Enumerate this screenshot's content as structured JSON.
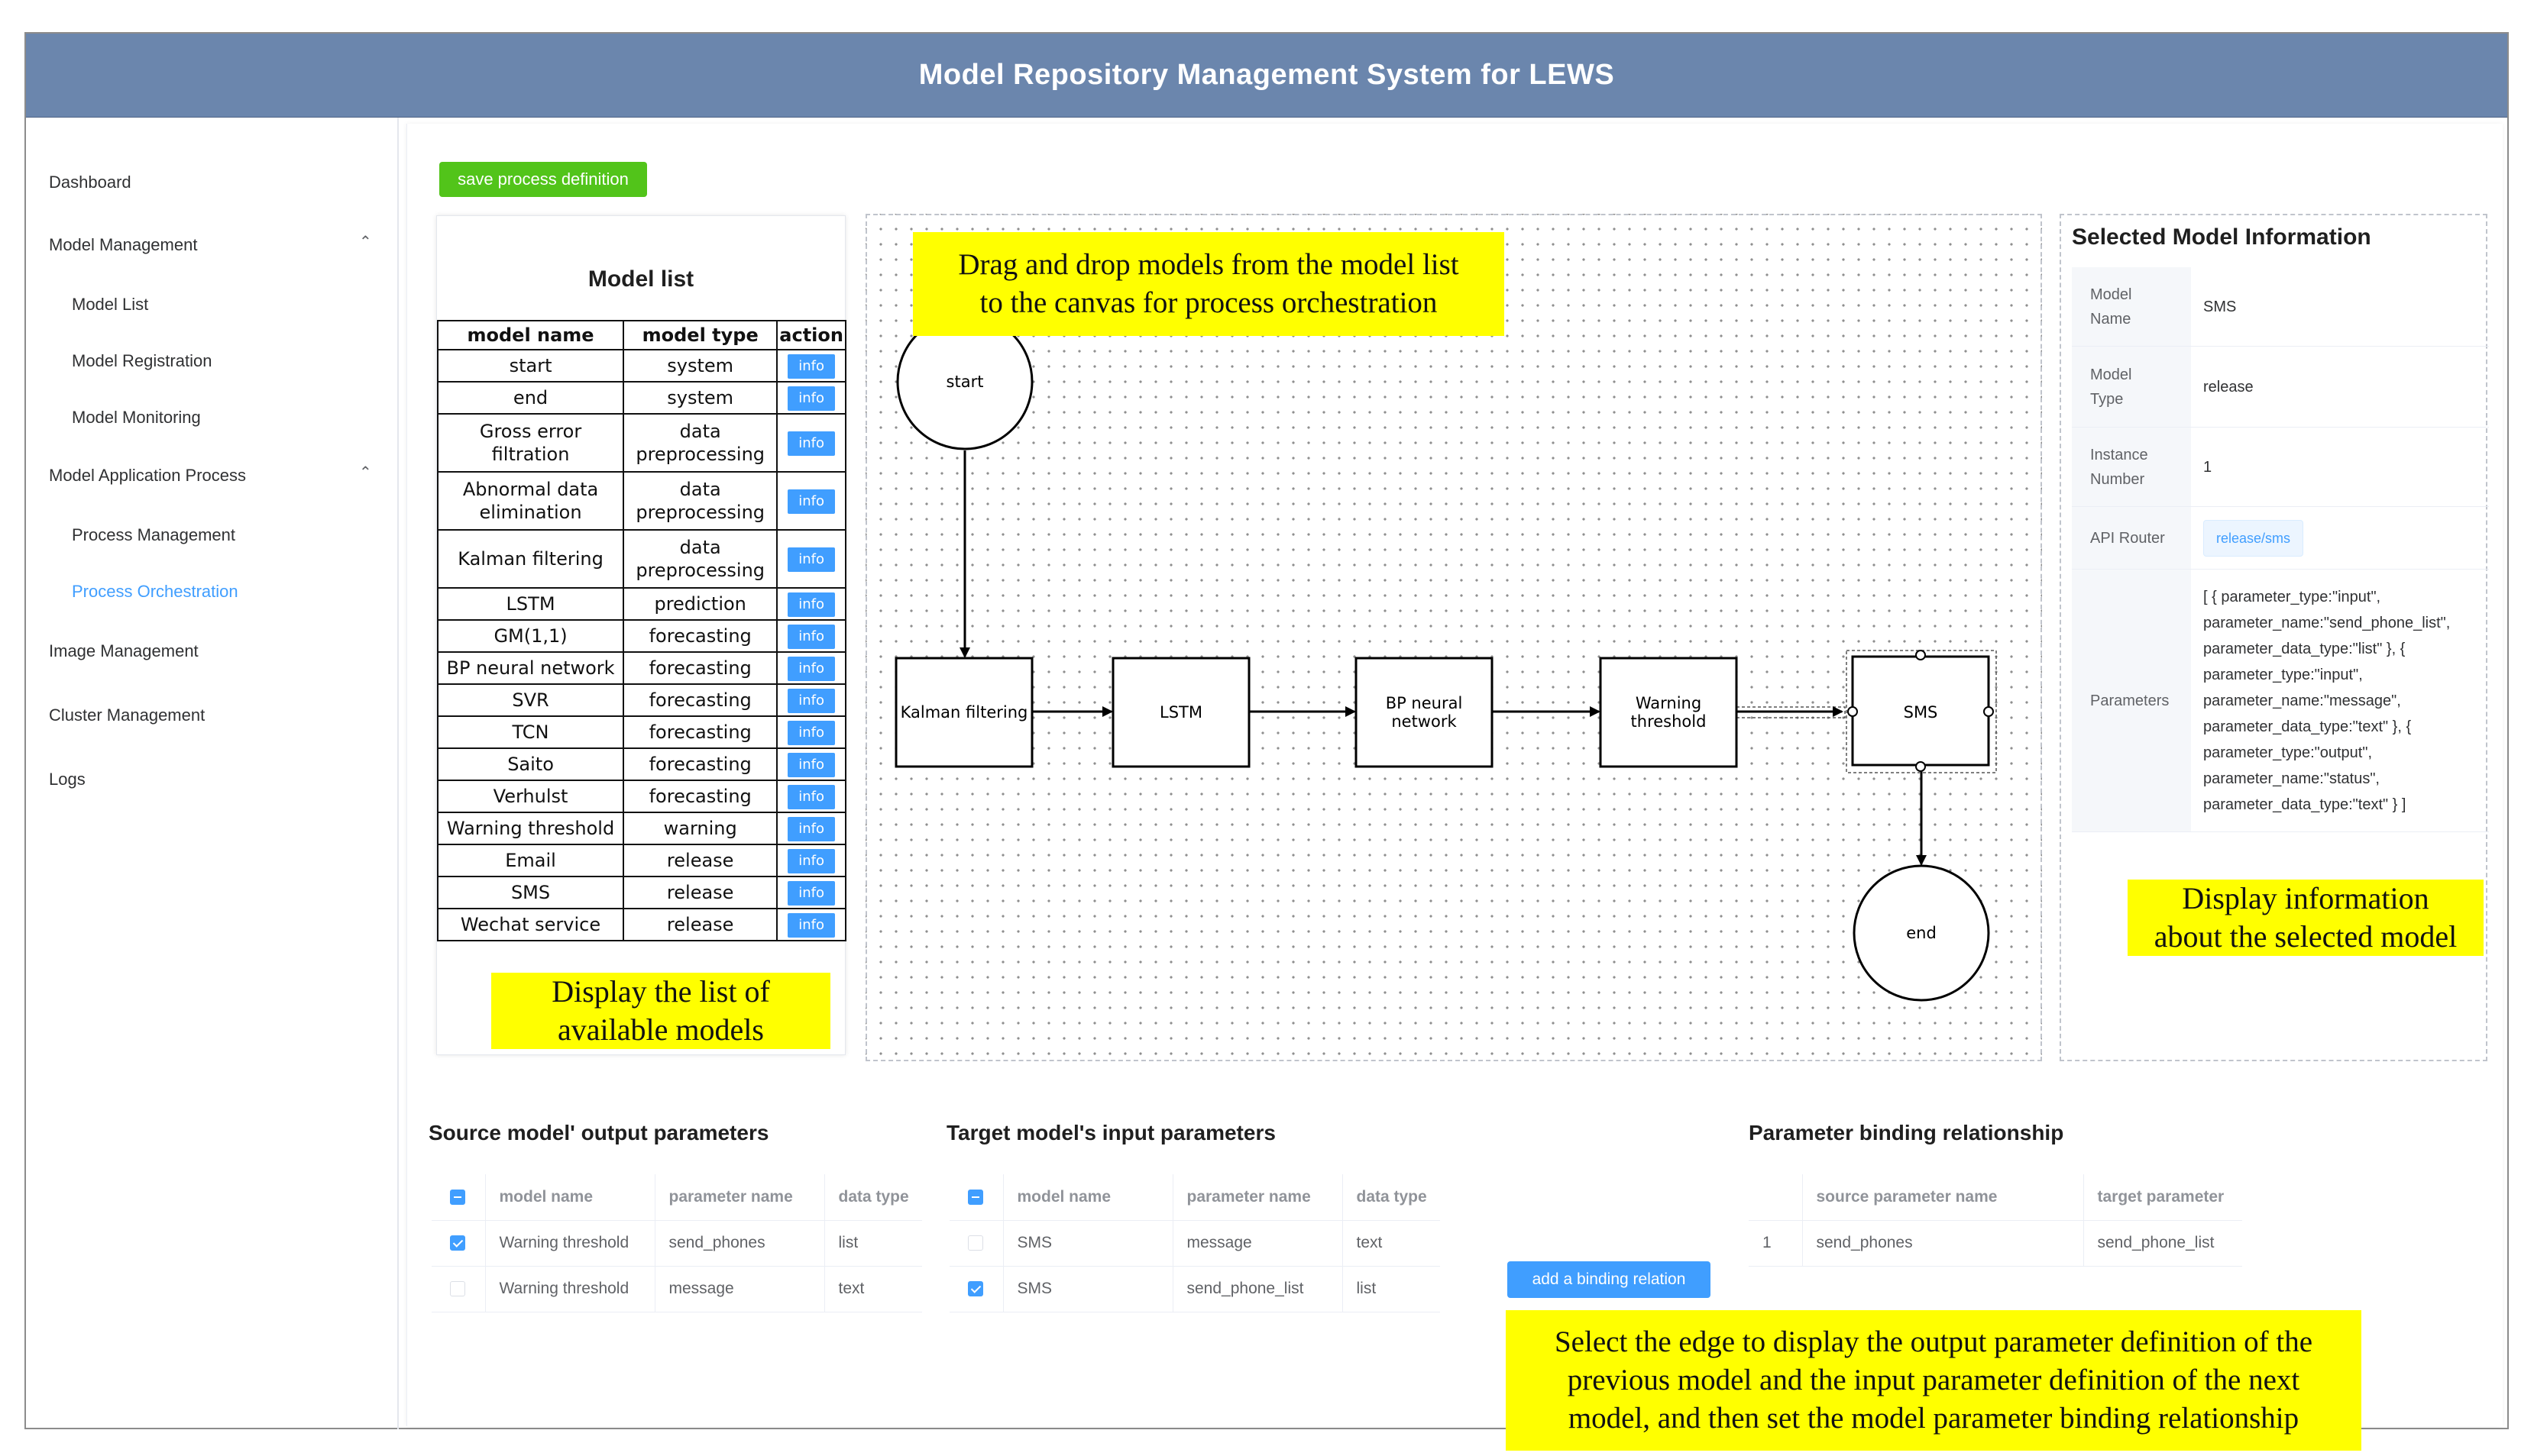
{
  "app": {
    "title": "Model Repository Management System for LEWS"
  },
  "sidebar": {
    "items": [
      {
        "label": "Dashboard"
      },
      {
        "label": "Model Management",
        "expanded": true,
        "children": [
          "Model List",
          "Model Registration",
          "Model Monitoring"
        ]
      },
      {
        "label": "Model Application Process",
        "expanded": true,
        "children": [
          "Process Management",
          "Process Orchestration"
        ],
        "active_child": "Process Orchestration"
      },
      {
        "label": "Image Management"
      },
      {
        "label": "Cluster Management"
      },
      {
        "label": "Logs"
      }
    ],
    "accent_color": "#409eff"
  },
  "toolbar": {
    "save_label": "save process definition",
    "save_color": "#52c41a"
  },
  "model_list": {
    "title": "Model list",
    "columns": [
      "model name",
      "model type",
      "action"
    ],
    "rows": [
      {
        "name": "start",
        "type": "system",
        "action": "info"
      },
      {
        "name": "end",
        "type": "system",
        "action": "info"
      },
      {
        "name": "Gross error filtration",
        "type": "data preprocessing",
        "action": "info"
      },
      {
        "name": "Abnormal data elimination",
        "type": "data preprocessing",
        "action": "info"
      },
      {
        "name": "Kalman filtering",
        "type": "data preprocessing",
        "action": "info"
      },
      {
        "name": "LSTM",
        "type": "prediction",
        "action": "info"
      },
      {
        "name": "GM(1,1)",
        "type": "forecasting",
        "action": "info"
      },
      {
        "name": "BP neural network",
        "type": "forecasting",
        "action": "info"
      },
      {
        "name": "SVR",
        "type": "forecasting",
        "action": "info"
      },
      {
        "name": "TCN",
        "type": "forecasting",
        "action": "info"
      },
      {
        "name": "Saito",
        "type": "forecasting",
        "action": "info"
      },
      {
        "name": "Verhulst",
        "type": "forecasting",
        "action": "info"
      },
      {
        "name": "Warning threshold",
        "type": "warning",
        "action": "info"
      },
      {
        "name": "Email",
        "type": "release",
        "action": "info"
      },
      {
        "name": "SMS",
        "type": "release",
        "action": "info"
      },
      {
        "name": "Wechat service",
        "type": "release",
        "action": "info"
      }
    ]
  },
  "canvas": {
    "nodes": {
      "start": "start",
      "kalman": "Kalman filtering",
      "lstm": "LSTM",
      "bp_line1": "BP neural",
      "bp_line2": "network",
      "warn_line1": "Warning",
      "warn_line2": "threshold",
      "sms": "SMS",
      "end": "end"
    }
  },
  "annotations": {
    "canvas_line1": "Drag and drop models from the model list",
    "canvas_line2": "to the canvas for process orchestration",
    "list_line1": "Display the list of",
    "list_line2": "available models",
    "info_line1": "Display information",
    "info_line2": "about the selected model",
    "binding_line1": "Select the edge to display the output parameter definition of the",
    "binding_line2": "previous model and the input parameter definition of the next",
    "binding_line3": "model, and then set the model parameter binding relationship",
    "highlight_color": "#ffff00"
  },
  "selected_model": {
    "title": "Selected Model Information",
    "rows": [
      {
        "label_l1": "Model",
        "label_l2": "Name",
        "value": "SMS"
      },
      {
        "label_l1": "Model",
        "label_l2": "Type",
        "value": "release"
      },
      {
        "label_l1": "Instance",
        "label_l2": "Number",
        "value": "1"
      },
      {
        "label_l1": "API Router",
        "label_l2": "",
        "value": "release/sms"
      },
      {
        "label_l1": "Parameters",
        "label_l2": "",
        "value_lines": [
          "[ { parameter_type:\"input\",",
          "parameter_name:\"send_phone_list\",",
          "parameter_data_type:\"list\" }, {",
          "parameter_type:\"input\",",
          "parameter_name:\"message\",",
          "parameter_data_type:\"text\" }, {",
          "parameter_type:\"output\",",
          "parameter_name:\"status\",",
          "parameter_data_type:\"text\" } ]"
        ]
      }
    ]
  },
  "source_params": {
    "title": "Source model' output parameters",
    "columns": [
      "model name",
      "parameter name",
      "data type"
    ],
    "rows": [
      {
        "checked": true,
        "model": "Warning threshold",
        "param": "send_phones",
        "dtype": "list"
      },
      {
        "checked": false,
        "model": "Warning threshold",
        "param": "message",
        "dtype": "text"
      }
    ]
  },
  "target_params": {
    "title": "Target model's input parameters",
    "columns": [
      "model name",
      "parameter name",
      "data type"
    ],
    "rows": [
      {
        "checked": false,
        "model": "SMS",
        "param": "message",
        "dtype": "text"
      },
      {
        "checked": true,
        "model": "SMS",
        "param": "send_phone_list",
        "dtype": "list"
      }
    ]
  },
  "binding": {
    "title": "Parameter binding relationship",
    "columns": [
      "",
      "source parameter name",
      "target parameter"
    ],
    "rows": [
      {
        "index": "1",
        "source": "send_phones",
        "target": "send_phone_list"
      }
    ],
    "add_label": "add a binding relation"
  }
}
